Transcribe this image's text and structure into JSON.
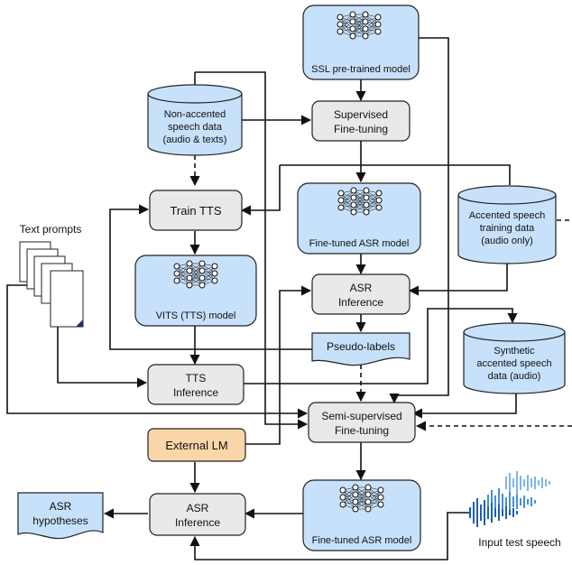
{
  "nodes": {
    "ssl": "SSL pre-trained model",
    "non_accented": [
      "Non-accented",
      "speech data",
      "(audio & texts)"
    ],
    "supervised": [
      "Supervised",
      "Fine-tuning"
    ],
    "train_tts": "Train TTS",
    "finetuned_top": "Fine-tuned ASR model",
    "accented_train": [
      "Accented speech",
      "training data",
      "(audio only)"
    ],
    "text_prompts": "Text prompts",
    "vits": "VITS (TTS) model",
    "asr_inf_mid": [
      "ASR",
      "Inference"
    ],
    "pseudo": "Pseudo-labels",
    "synthetic": [
      "Synthetic",
      "accented speech",
      "data (audio)"
    ],
    "tts_inf": [
      "TTS",
      "Inference"
    ],
    "semi": [
      "Semi-supervised",
      "Fine-tuning"
    ],
    "ext_lm": "External LM",
    "asr_hyp": [
      "ASR",
      "hypotheses"
    ],
    "asr_inf_bot": [
      "ASR",
      "Inference"
    ],
    "finetuned_bot": "Fine-tuned ASR model",
    "input_speech": "Input test speech"
  },
  "colors": {
    "process": "#e9e9e9",
    "model": "#c7e1fb",
    "data": "#c7e1fb",
    "language_model": "#fbd6a8"
  }
}
